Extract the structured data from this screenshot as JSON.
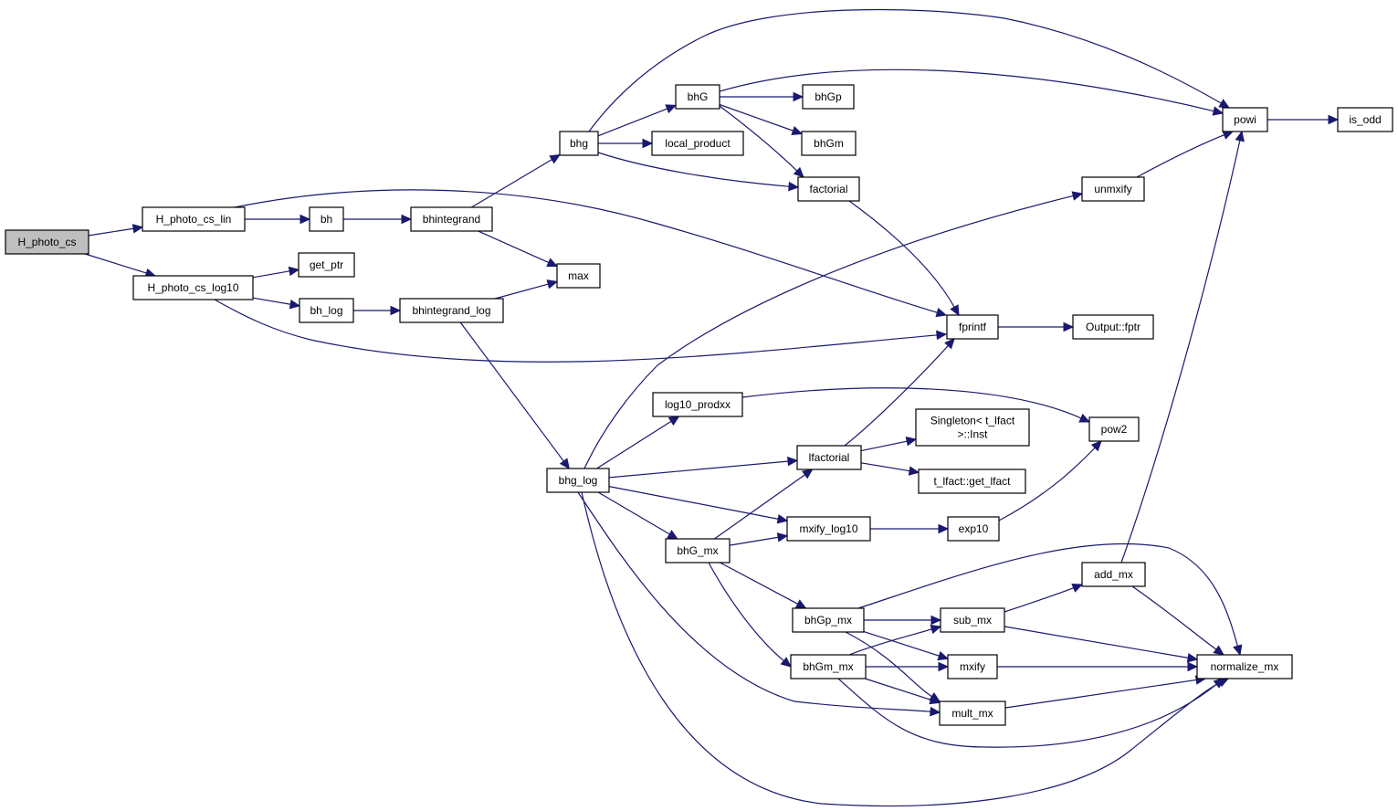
{
  "diagram": {
    "colors": {
      "edge": "#191970",
      "node_border": "#000000",
      "node_fill": "#ffffff",
      "current_fill": "#bfbfbf"
    },
    "nodes": [
      {
        "id": "H_photo_cs",
        "lines": [
          "H_photo_cs"
        ],
        "current": true
      },
      {
        "id": "H_photo_cs_lin",
        "lines": [
          "H_photo_cs_lin"
        ]
      },
      {
        "id": "H_photo_cs_log10",
        "lines": [
          "H_photo_cs_log10"
        ]
      },
      {
        "id": "bh",
        "lines": [
          "bh"
        ]
      },
      {
        "id": "get_ptr",
        "lines": [
          "get_ptr"
        ]
      },
      {
        "id": "bh_log",
        "lines": [
          "bh_log"
        ]
      },
      {
        "id": "bhintegrand",
        "lines": [
          "bhintegrand"
        ]
      },
      {
        "id": "bhintegrand_log",
        "lines": [
          "bhintegrand_log"
        ]
      },
      {
        "id": "max",
        "lines": [
          "max"
        ]
      },
      {
        "id": "bhg",
        "lines": [
          "bhg"
        ]
      },
      {
        "id": "bhg_log",
        "lines": [
          "bhg_log"
        ]
      },
      {
        "id": "bhG",
        "lines": [
          "bhG"
        ]
      },
      {
        "id": "local_product",
        "lines": [
          "local_product"
        ]
      },
      {
        "id": "log10_prodxx",
        "lines": [
          "log10_prodxx"
        ]
      },
      {
        "id": "bhG_mx",
        "lines": [
          "bhG_mx"
        ]
      },
      {
        "id": "bhGp",
        "lines": [
          "bhGp"
        ]
      },
      {
        "id": "bhGm",
        "lines": [
          "bhGm"
        ]
      },
      {
        "id": "factorial",
        "lines": [
          "factorial"
        ]
      },
      {
        "id": "lfactorial",
        "lines": [
          "lfactorial"
        ]
      },
      {
        "id": "mxify_log10",
        "lines": [
          "mxify_log10"
        ]
      },
      {
        "id": "bhGp_mx",
        "lines": [
          "bhGp_mx"
        ]
      },
      {
        "id": "bhGm_mx",
        "lines": [
          "bhGm_mx"
        ]
      },
      {
        "id": "fprintf",
        "lines": [
          "fprintf"
        ]
      },
      {
        "id": "singleton_inst",
        "lines": [
          "Singleton< t_lfact",
          ">::Inst"
        ]
      },
      {
        "id": "get_lfact",
        "lines": [
          "t_lfact::get_lfact"
        ]
      },
      {
        "id": "exp10",
        "lines": [
          "exp10"
        ]
      },
      {
        "id": "sub_mx",
        "lines": [
          "sub_mx"
        ]
      },
      {
        "id": "mxify",
        "lines": [
          "mxify"
        ]
      },
      {
        "id": "mult_mx",
        "lines": [
          "mult_mx"
        ]
      },
      {
        "id": "unmxify",
        "lines": [
          "unmxify"
        ]
      },
      {
        "id": "output_fptr",
        "lines": [
          "Output::fptr"
        ]
      },
      {
        "id": "add_mx",
        "lines": [
          "add_mx"
        ]
      },
      {
        "id": "pow2",
        "lines": [
          "pow2"
        ]
      },
      {
        "id": "powi",
        "lines": [
          "powi"
        ]
      },
      {
        "id": "normalize_mx",
        "lines": [
          "normalize_mx"
        ]
      },
      {
        "id": "is_odd",
        "lines": [
          "is_odd"
        ]
      }
    ],
    "edges": [
      [
        "H_photo_cs",
        "H_photo_cs_lin"
      ],
      [
        "H_photo_cs",
        "H_photo_cs_log10"
      ],
      [
        "H_photo_cs_lin",
        "bh"
      ],
      [
        "H_photo_cs_lin",
        "fprintf"
      ],
      [
        "H_photo_cs_log10",
        "get_ptr"
      ],
      [
        "H_photo_cs_log10",
        "bh_log"
      ],
      [
        "H_photo_cs_log10",
        "fprintf"
      ],
      [
        "bh",
        "bhintegrand"
      ],
      [
        "bh_log",
        "bhintegrand_log"
      ],
      [
        "bhintegrand",
        "bhg"
      ],
      [
        "bhintegrand",
        "max"
      ],
      [
        "bhintegrand_log",
        "max"
      ],
      [
        "bhintegrand_log",
        "bhg_log"
      ],
      [
        "bhg",
        "bhG"
      ],
      [
        "bhg",
        "local_product"
      ],
      [
        "bhg",
        "factorial"
      ],
      [
        "bhg",
        "powi"
      ],
      [
        "bhG",
        "bhGp"
      ],
      [
        "bhG",
        "bhGm"
      ],
      [
        "bhG",
        "factorial"
      ],
      [
        "bhG",
        "powi"
      ],
      [
        "factorial",
        "fprintf"
      ],
      [
        "bhg_log",
        "unmxify"
      ],
      [
        "bhg_log",
        "log10_prodxx"
      ],
      [
        "bhg_log",
        "lfactorial"
      ],
      [
        "bhg_log",
        "mxify_log10"
      ],
      [
        "bhg_log",
        "bhG_mx"
      ],
      [
        "bhg_log",
        "mult_mx"
      ],
      [
        "bhg_log",
        "normalize_mx"
      ],
      [
        "log10_prodxx",
        "pow2"
      ],
      [
        "lfactorial",
        "fprintf"
      ],
      [
        "lfactorial",
        "singleton_inst"
      ],
      [
        "lfactorial",
        "get_lfact"
      ],
      [
        "bhG_mx",
        "lfactorial"
      ],
      [
        "bhG_mx",
        "mxify_log10"
      ],
      [
        "bhG_mx",
        "bhGp_mx"
      ],
      [
        "bhG_mx",
        "bhGm_mx"
      ],
      [
        "mxify_log10",
        "exp10"
      ],
      [
        "exp10",
        "pow2"
      ],
      [
        "bhGp_mx",
        "sub_mx"
      ],
      [
        "bhGp_mx",
        "mxify"
      ],
      [
        "bhGp_mx",
        "mult_mx"
      ],
      [
        "bhGp_mx",
        "normalize_mx"
      ],
      [
        "bhGm_mx",
        "sub_mx"
      ],
      [
        "bhGm_mx",
        "mxify"
      ],
      [
        "bhGm_mx",
        "mult_mx"
      ],
      [
        "bhGm_mx",
        "normalize_mx"
      ],
      [
        "sub_mx",
        "add_mx"
      ],
      [
        "sub_mx",
        "normalize_mx"
      ],
      [
        "mxify",
        "normalize_mx"
      ],
      [
        "mult_mx",
        "normalize_mx"
      ],
      [
        "add_mx",
        "powi"
      ],
      [
        "add_mx",
        "normalize_mx"
      ],
      [
        "unmxify",
        "powi"
      ],
      [
        "fprintf",
        "output_fptr"
      ],
      [
        "powi",
        "is_odd"
      ]
    ]
  }
}
